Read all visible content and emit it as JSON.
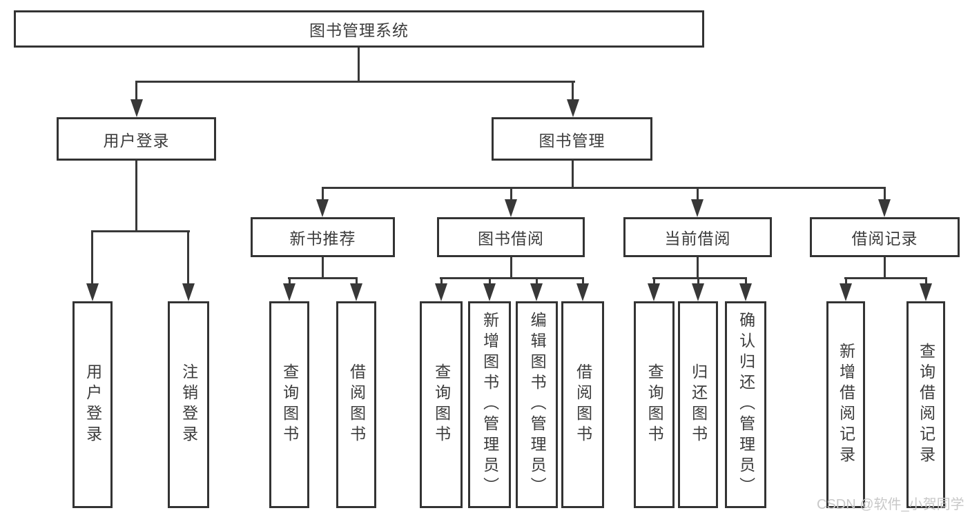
{
  "diagram": {
    "title": "图书管理系统",
    "nodes": {
      "user_login": "用户登录",
      "book_mgmt": "图书管理",
      "new_books": "新书推荐",
      "book_borrow": "图书借阅",
      "current_borrow": "当前借阅",
      "borrow_records": "借阅记录"
    },
    "leaves": {
      "user_login": [
        "用户登录",
        "注销登录"
      ],
      "new_books": [
        "查询图书",
        "借阅图书"
      ],
      "book_borrow": [
        "查询图书",
        "新增图书（管理员）",
        "编辑图书（管理员）",
        "借阅图书"
      ],
      "current_borrow": [
        "查询图书",
        "归还图书",
        "确认归还（管理员）"
      ],
      "borrow_records": [
        "新增借阅记录",
        "查询借阅记录"
      ]
    }
  },
  "watermark": "CSDN @软件_小贺同学",
  "colors": {
    "line": "#383838",
    "border": "#333333",
    "text": "#3c3c3c",
    "watermark_text": "#c8c8c8",
    "background": "#ffffff"
  }
}
